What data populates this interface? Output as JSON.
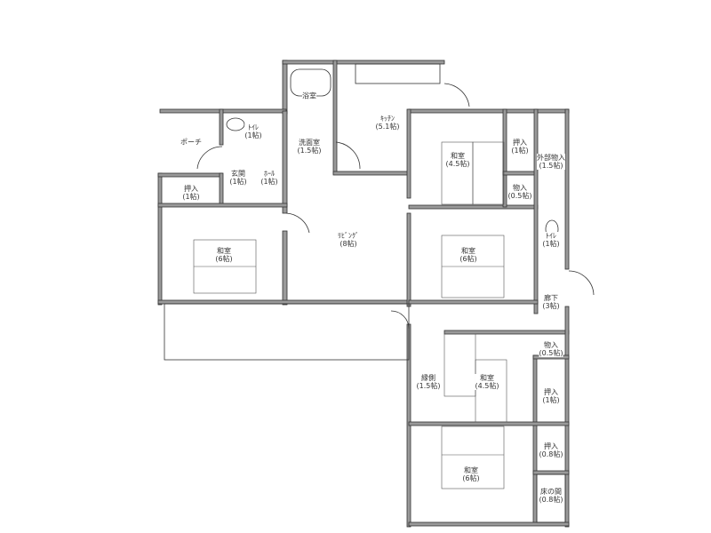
{
  "rooms": {
    "bath": {
      "name": "浴室"
    },
    "kitchen": {
      "name": "ｷｯﾁﾝ",
      "size": "(5.1帖)"
    },
    "washroom": {
      "name": "洗面室",
      "size": "(1.5帖)"
    },
    "toilet1": {
      "name": "ﾄｲﾚ",
      "size": "(1帖)"
    },
    "porch": {
      "name": "ポーチ"
    },
    "entrance": {
      "name": "玄関",
      "size": "(1帖)"
    },
    "hall": {
      "name": "ﾎｰﾙ",
      "size": "(1帖)"
    },
    "closet_left": {
      "name": "押入",
      "size": "(1帖)"
    },
    "washitsu_left": {
      "name": "和室",
      "size": "(6帖)"
    },
    "living": {
      "name": "ﾘﾋﾞﾝｸﾞ",
      "size": "(8帖)"
    },
    "washitsu_ne": {
      "name": "和室",
      "size": "(4.5帖)"
    },
    "closet_ne": {
      "name": "押入",
      "size": "(1帖)"
    },
    "ext_storage": {
      "name": "外部物入",
      "size": "(1.5帖)"
    },
    "storage_ne": {
      "name": "物入",
      "size": "(0.5帖)"
    },
    "toilet2": {
      "name": "ﾄｲﾚ",
      "size": "(1帖)"
    },
    "washitsu_e": {
      "name": "和室",
      "size": "(6帖)"
    },
    "corridor": {
      "name": "廊下",
      "size": "(3帖)"
    },
    "veranda": {
      "name": "縁側",
      "size": "(1.5帖)"
    },
    "washitsu_se": {
      "name": "和室",
      "size": "(4.5帖)"
    },
    "storage_se": {
      "name": "物入",
      "size": "(0.5帖)"
    },
    "closet_se1": {
      "name": "押入",
      "size": "(1帖)"
    },
    "closet_se2": {
      "name": "押入",
      "size": "(0.8帖)"
    },
    "washitsu_s": {
      "name": "和室",
      "size": "(6帖)"
    },
    "tokonoma": {
      "name": "床の間",
      "size": "(0.8帖)"
    }
  }
}
